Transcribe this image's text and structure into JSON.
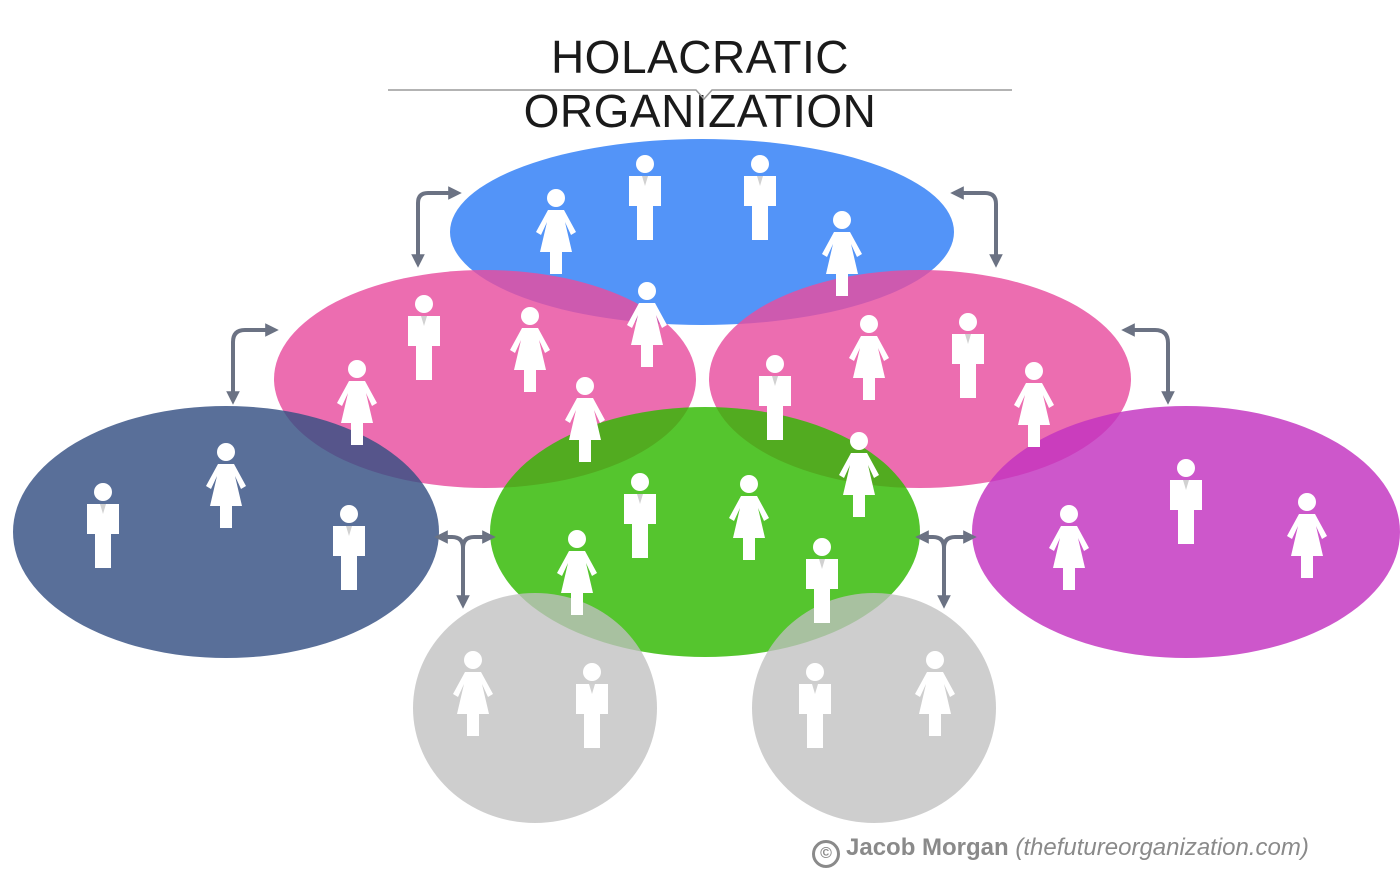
{
  "title": "HOLACRATIC ORGANIZATION",
  "credit": {
    "symbol": "©",
    "author": "Jacob Morgan",
    "site": "(thefutureorganization.com)"
  },
  "colors": {
    "title_text": "#1a1a1a",
    "rule": "#9a9a9a",
    "arrow": "#6b7283",
    "person": "#ffffff",
    "credit_text": "#8a8a8a",
    "circle_blue": "#2d7cf7",
    "circle_pink": "#e84d9f",
    "circle_navy": "#344f82",
    "circle_green": "#2fb800",
    "circle_magenta": "#c232c0",
    "circle_gray": "#c0c0c0"
  },
  "circles": [
    {
      "name": "circle-top-blue",
      "color": "circle_blue",
      "people": [
        "female",
        "male",
        "male",
        "female"
      ]
    },
    {
      "name": "circle-left-pink",
      "color": "circle_pink",
      "people": [
        "female",
        "male",
        "female",
        "female",
        "female"
      ]
    },
    {
      "name": "circle-right-pink",
      "color": "circle_pink",
      "people": [
        "male",
        "female",
        "male",
        "female"
      ]
    },
    {
      "name": "circle-left-navy",
      "color": "circle_navy",
      "people": [
        "male",
        "female",
        "male"
      ]
    },
    {
      "name": "circle-center-green",
      "color": "circle_green",
      "people": [
        "male",
        "female",
        "female",
        "male",
        "female"
      ]
    },
    {
      "name": "circle-right-magenta",
      "color": "circle_magenta",
      "people": [
        "female",
        "male",
        "female"
      ]
    },
    {
      "name": "circle-bottom-left-gray",
      "color": "circle_gray",
      "people": [
        "female",
        "male"
      ]
    },
    {
      "name": "circle-bottom-right-gray",
      "color": "circle_gray",
      "people": [
        "male",
        "female"
      ]
    }
  ]
}
